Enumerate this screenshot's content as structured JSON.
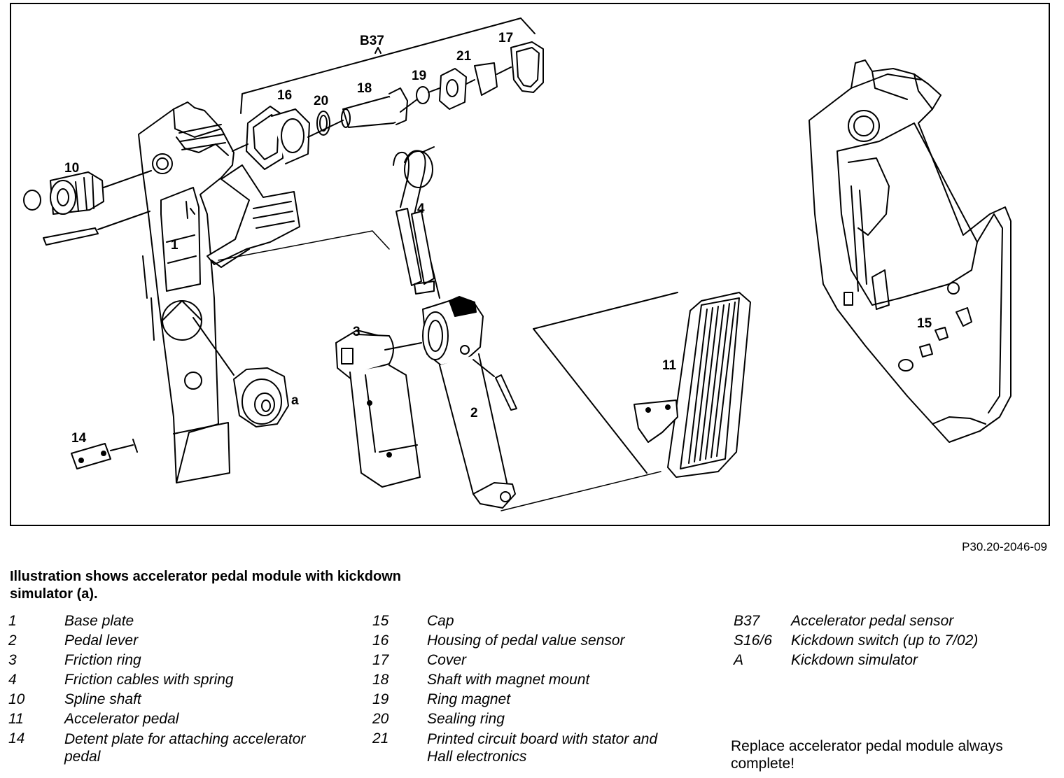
{
  "figure": {
    "labels": {
      "b37": "B37",
      "n16": "16",
      "n20": "20",
      "n18": "18",
      "n19": "19",
      "n21": "21",
      "n17": "17",
      "n10": "10",
      "n1": "1",
      "n4": "4",
      "n3": "3",
      "n2": "2",
      "na": "a",
      "n11": "11",
      "n14": "14",
      "n15": "15"
    },
    "ref": "P30.20-2046-09"
  },
  "caption": "Illustration shows accelerator pedal module with kickdown simulator (a).",
  "legend_col1": [
    {
      "num": "1",
      "text": "Base plate"
    },
    {
      "num": "2",
      "text": "Pedal lever"
    },
    {
      "num": "3",
      "text": "Friction ring"
    },
    {
      "num": "4",
      "text": "Friction cables with spring"
    },
    {
      "num": "10",
      "text": "Spline shaft"
    },
    {
      "num": "11",
      "text": "Accelerator pedal"
    },
    {
      "num": "14",
      "text": "Detent plate for attaching accelerator pedal"
    }
  ],
  "legend_col2": [
    {
      "num": "15",
      "text": "Cap"
    },
    {
      "num": "16",
      "text": "Housing of pedal value sensor"
    },
    {
      "num": "17",
      "text": "Cover"
    },
    {
      "num": "18",
      "text": "Shaft with magnet mount"
    },
    {
      "num": "19",
      "text": "Ring magnet"
    },
    {
      "num": "20",
      "text": "Sealing ring"
    },
    {
      "num": "21",
      "text": "Printed circuit board with stator and Hall electronics"
    }
  ],
  "legend_col3": [
    {
      "num": "B37",
      "text": "Accelerator pedal sensor"
    },
    {
      "num": "S16/6",
      "text": "Kickdown switch (up to 7/02)"
    },
    {
      "num": "A",
      "text": "Kickdown simulator"
    }
  ],
  "note": "Replace accelerator pedal module always complete!"
}
